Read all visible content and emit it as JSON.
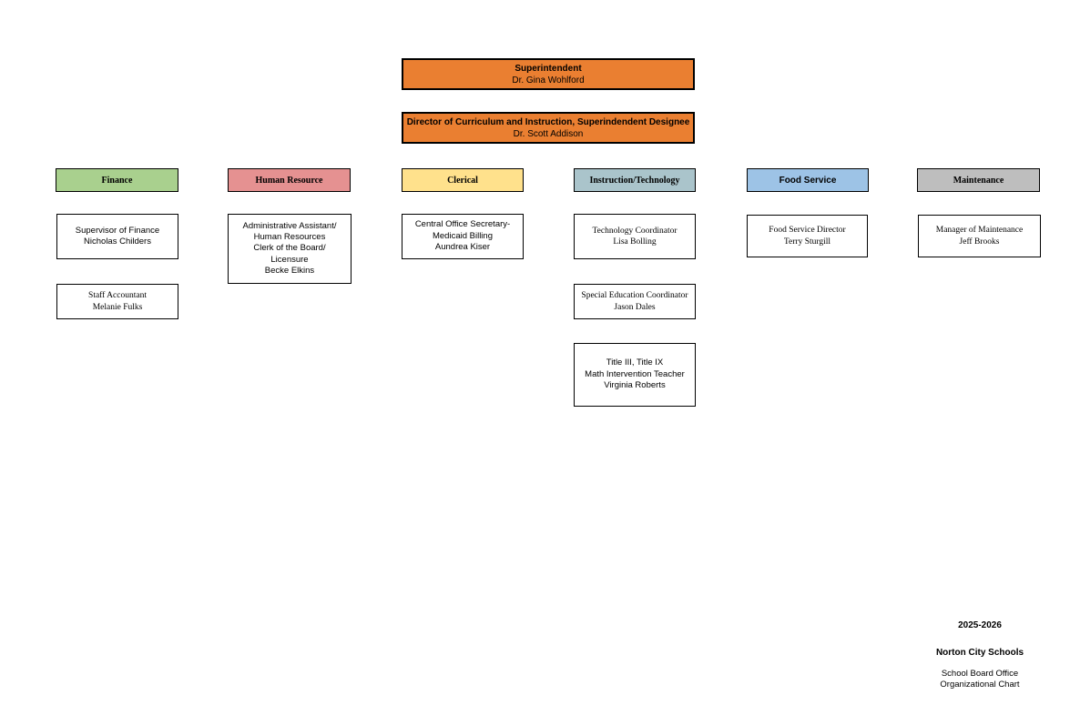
{
  "title_block": {
    "superintendent": {
      "title": "Superintendent",
      "name": "Dr. Gina Wohlford"
    },
    "director": {
      "title": "Director of Curriculum and Instruction, Superindendent Designee",
      "name": "Dr. Scott Addison"
    }
  },
  "colors": {
    "superintendent_box": "#EA7F31",
    "finance_header": "#A9D08E",
    "human_resource_header": "#E59191",
    "clerical_header": "#FFE18C",
    "instruction_technology_header": "#AAC4CB",
    "food_service_header": "#9DC3E6",
    "maintenance_header": "#BEBEBE"
  },
  "departments": [
    {
      "header": "Finance",
      "color": "#A9D08E",
      "staff": [
        {
          "text": "Supervisor of Finance\nNicholas Childers"
        },
        {
          "text": "Staff Accountant\nMelanie Fulks"
        }
      ]
    },
    {
      "header": "Human Resource",
      "color": "#E59191",
      "staff": [
        {
          "text": "Administrative Assistant/\nHuman Resources\nClerk of the Board/\nLicensure\nBecke Elkins"
        }
      ]
    },
    {
      "header": "Clerical",
      "color": "#FFE18C",
      "staff": [
        {
          "text": "Central Office Secretary-\nMedicaid Billing\nAundrea Kiser"
        }
      ]
    },
    {
      "header": "Instruction/Technology",
      "color": "#AAC4CB",
      "staff": [
        {
          "text": "Technology Coordinator\nLisa Bolling"
        },
        {
          "text": "Special Education Coordinator\nJason Dales"
        },
        {
          "text": "Title III, Title IX\nMath Intervention Teacher\nVirginia Roberts"
        }
      ]
    },
    {
      "header": "Food Service",
      "color": "#9DC3E6",
      "staff": [
        {
          "text": "Food Service Director\nTerry Sturgill"
        }
      ]
    },
    {
      "header": "Maintenance",
      "color": "#BEBEBE",
      "staff": [
        {
          "text": "Manager of Maintenance\nJeff Brooks"
        }
      ]
    }
  ],
  "footer": {
    "year": "2025-2026",
    "org": "Norton City Schools",
    "caption": "School Board Office\nOrganizational Chart"
  }
}
